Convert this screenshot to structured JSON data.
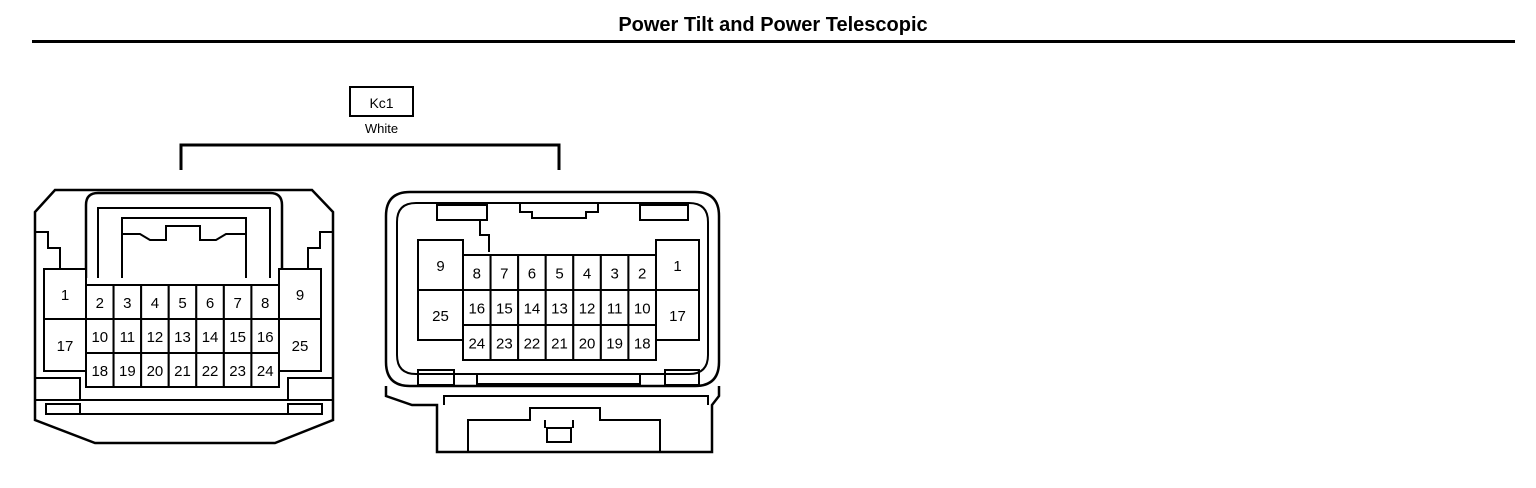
{
  "title": "Power Tilt and Power Telescopic",
  "connector": {
    "code": "Kc1",
    "color": "White"
  },
  "male_connector": {
    "side_pins": [
      "1",
      "17",
      "9",
      "25"
    ],
    "row1": [
      "2",
      "3",
      "4",
      "5",
      "6",
      "7",
      "8"
    ],
    "row2": [
      "10",
      "11",
      "12",
      "13",
      "14",
      "15",
      "16"
    ],
    "row3": [
      "18",
      "19",
      "20",
      "21",
      "22",
      "23",
      "24"
    ]
  },
  "female_connector": {
    "side_pins": [
      "9",
      "25",
      "1",
      "17"
    ],
    "row1": [
      "8",
      "7",
      "6",
      "5",
      "4",
      "3",
      "2"
    ],
    "row2": [
      "16",
      "15",
      "14",
      "13",
      "12",
      "11",
      "10"
    ],
    "row3": [
      "24",
      "23",
      "22",
      "21",
      "20",
      "19",
      "18"
    ]
  }
}
